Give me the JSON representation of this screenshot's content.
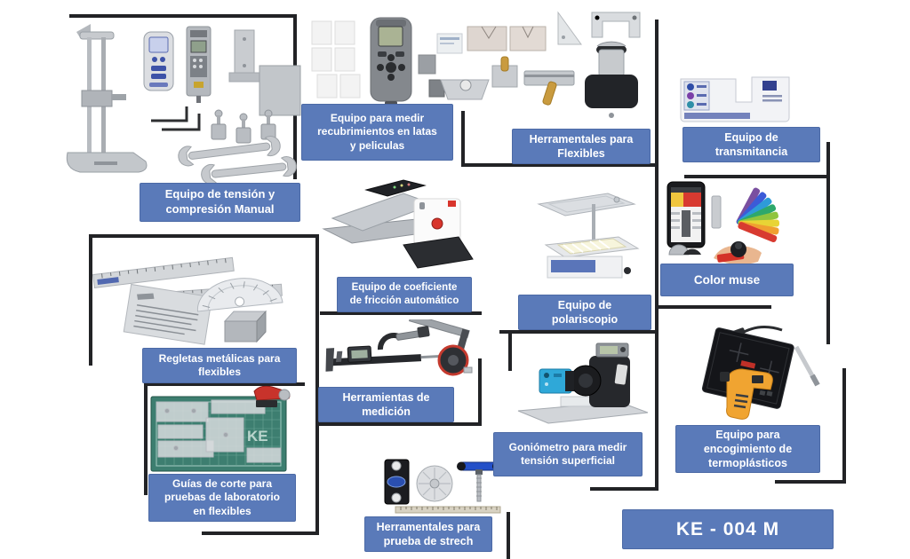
{
  "ui": {
    "accent_color": "#5a7ab9",
    "line_color": "#222326",
    "background": "#ffffff"
  },
  "sections": [
    {
      "id": "tension",
      "label": "Equipo de tensión y\ncompresión Manual"
    },
    {
      "id": "recubrimientos",
      "label": "Equipo para medir\nrecubrimientos en latas\ny peliculas"
    },
    {
      "id": "herramentales_flexibles",
      "label": "Herramentales para\nFlexibles"
    },
    {
      "id": "transmitancia",
      "label": "Equipo de\ntransmitancia"
    },
    {
      "id": "color_muse",
      "label": "Color muse"
    },
    {
      "id": "friccion",
      "label": "Equipo de coeficiente\nde fricción automático"
    },
    {
      "id": "polariscopio",
      "label": "Equipo de\npolariscopio"
    },
    {
      "id": "regletas",
      "label": "Regletas metálicas para\nflexibles"
    },
    {
      "id": "medicion",
      "label": "Herramientas de\nmedición"
    },
    {
      "id": "goniometro",
      "label": "Goniómetro para medir\ntensión superficial"
    },
    {
      "id": "termoplasticos",
      "label": "Equipo para\nencogimiento de\ntermoplásticos"
    },
    {
      "id": "guias",
      "label": "Guías de corte para\npruebas de laboratorio\nen flexibles"
    },
    {
      "id": "strech",
      "label": "Herramentales para\nprueba de strech"
    }
  ],
  "code_box": {
    "label": "KE - 004 M"
  },
  "watermarks": {
    "cutting_mat": "KE"
  }
}
